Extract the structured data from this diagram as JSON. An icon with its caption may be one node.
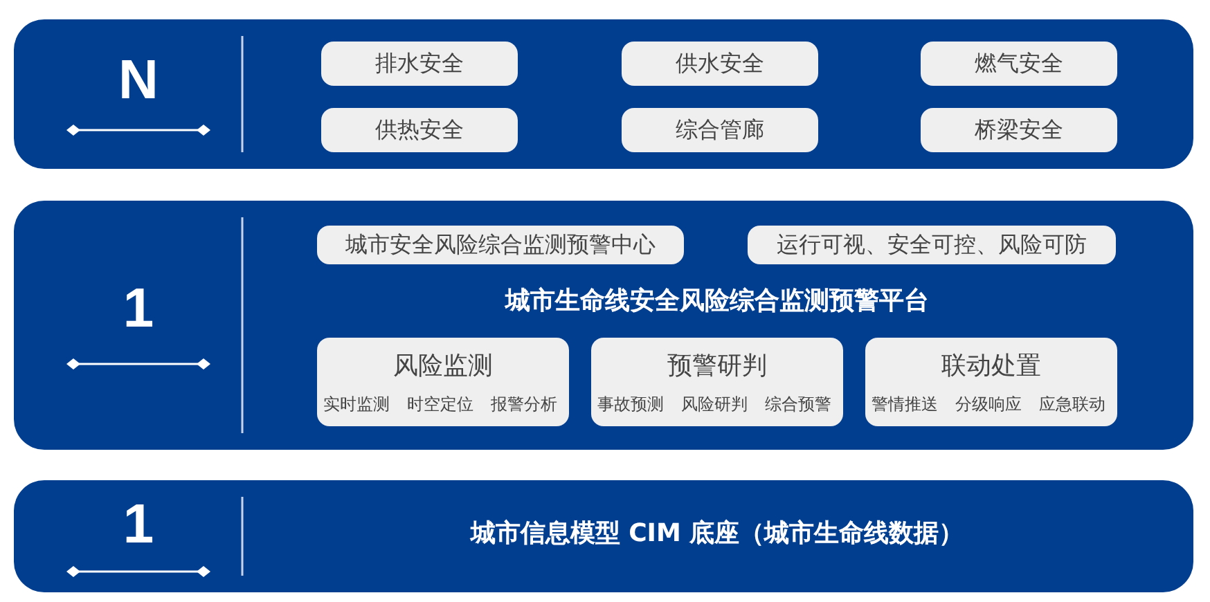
{
  "diagram": {
    "nodes": [
      {
        "text": [
          "N"
        ]
      },
      {
        "text": [
          "排水安全"
        ],
        "in": 0
      },
      {
        "text": [
          "供水安全"
        ],
        "in": 0
      },
      {
        "text": [
          "燃气安全"
        ],
        "in": 0
      },
      {
        "text": [
          "供热安全"
        ],
        "in": 0
      },
      {
        "text": [
          "综合管廊"
        ],
        "in": 0
      },
      {
        "text": [
          "桥梁安全"
        ],
        "in": 0
      },
      {
        "text": [
          "1",
          "城市生命线安全风险综合监测预警平台"
        ]
      },
      {
        "text": [
          "城市安全风险综合监测预警中心"
        ],
        "in": 7
      },
      {
        "text": [
          "运行可视、安全可控、风险可防"
        ],
        "in": 7
      },
      {
        "text": [
          "风险监测",
          "实时监测",
          "时空定位",
          "报警分析"
        ],
        "in": 7
      },
      {
        "text": [
          "预警研判",
          "事故预测",
          "风险研判",
          "综合预警"
        ],
        "in": 7
      },
      {
        "text": [
          "联动处置",
          "警情推送",
          "分级响应",
          "应急联动"
        ],
        "in": 7
      },
      {
        "text": [
          "1",
          "城市信息模型 CIM 底座（城市生命线数据）"
        ]
      }
    ],
    "edges": []
  }
}
